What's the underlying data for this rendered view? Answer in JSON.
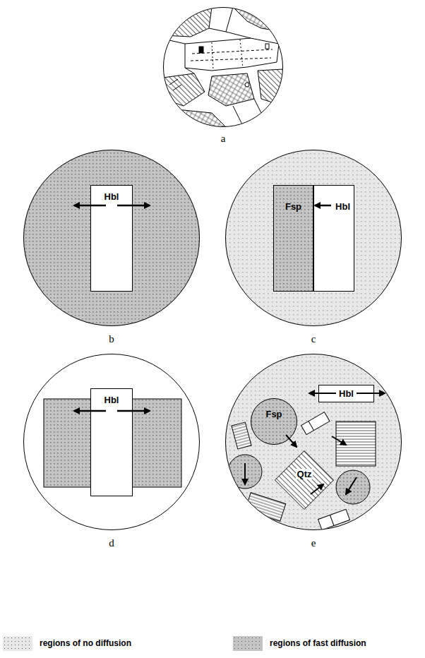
{
  "diagram": {
    "nodes": [
      {
        "text": [
          "a"
        ]
      },
      {
        "text": [
          "b"
        ]
      },
      {
        "text": [
          "Hbl"
        ],
        "in": 1
      },
      {
        "text": [
          "c"
        ]
      },
      {
        "text": [
          "Fsp"
        ],
        "in": 3
      },
      {
        "text": [
          "Hbl"
        ],
        "in": 3
      },
      {
        "text": [
          "d"
        ]
      },
      {
        "text": [
          "Hbl"
        ],
        "in": 6
      },
      {
        "text": [
          "e"
        ]
      },
      {
        "text": [
          "Hbl"
        ],
        "in": 8
      },
      {
        "text": [
          "Fsp"
        ],
        "in": 8
      },
      {
        "text": [
          "Qtz"
        ],
        "in": 8
      }
    ],
    "legend": [
      {
        "text": "regions of no diffusion",
        "color": "#e8e8e8"
      },
      {
        "text": "regions of fast diffusion",
        "color": "#c4c4c4"
      }
    ]
  }
}
